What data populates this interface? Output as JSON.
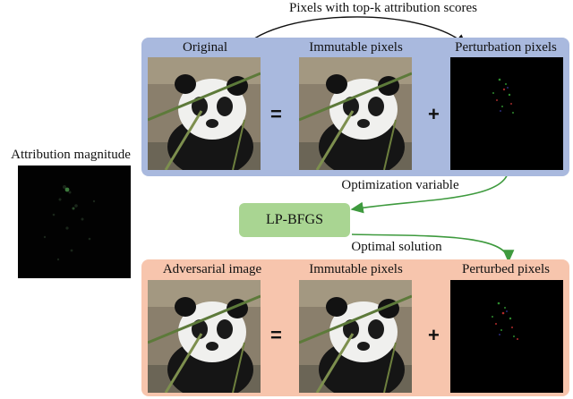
{
  "top_caption": "Pixels with top-k attribution scores",
  "attribution": {
    "label": "Attribution magnitude"
  },
  "top_row": {
    "labels": [
      "Original",
      "Immutable pixels",
      "Perturbation pixels"
    ],
    "ops": [
      "=",
      "+"
    ],
    "color": "#a9b9de"
  },
  "middle": {
    "optimization_label": "Optimization variable",
    "node_label": "LP-BFGS",
    "optimal_label": "Optimal solution",
    "node_color": "#a9d592",
    "arrow_color": "#3e9a3e"
  },
  "bottom_row": {
    "labels": [
      "Adversarial image",
      "Immutable pixels",
      "Perturbed pixels"
    ],
    "ops": [
      "=",
      "+"
    ],
    "color": "#f7c5ad"
  }
}
